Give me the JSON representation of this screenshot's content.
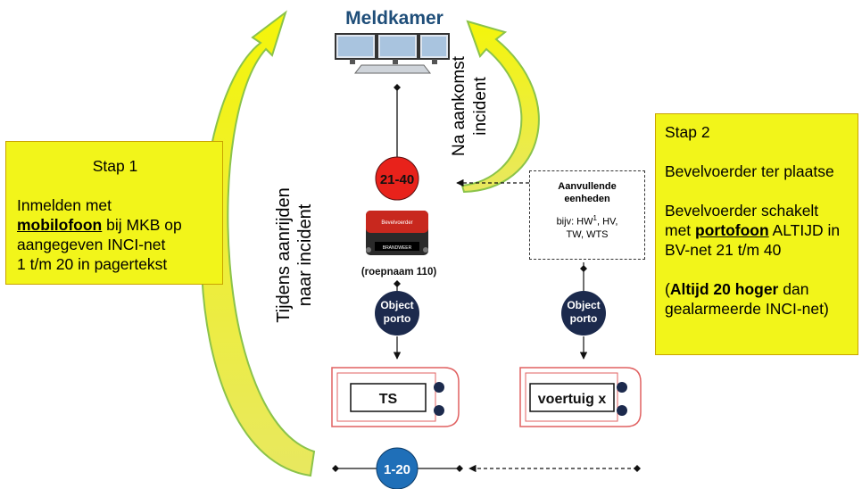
{
  "title": "Meldkamer",
  "nodes": {
    "bv_net": "21-40",
    "radio_caption": "(roepnaam 110)",
    "object_porto_1": [
      "Object",
      "porto"
    ],
    "object_porto_2": [
      "Object",
      "porto"
    ],
    "inci_net": "1-20",
    "vehicle_ts": "TS",
    "vehicle_x": "voertuig x",
    "radio_brand_top": "Bevelvoerder",
    "radio_brand_bottom": "BRANDWEER"
  },
  "arrows": {
    "left_label_line1": "Tijdens aanrijden",
    "left_label_line2": "naar incident",
    "right_label_line1": "Na aankomst",
    "right_label_line2": "incident"
  },
  "extra_units": {
    "title_line1": "Aanvullende",
    "title_line2": "eenheden",
    "examples_prefix": "bijv: HW",
    "examples_sup": "1",
    "examples_rest1": ", HV,",
    "examples_line2": "TW, WTS"
  },
  "step1": {
    "title": "Stap 1",
    "line1": "Inmelden met",
    "line2_bold": "mobilofoon",
    "line2_rest": " bij MKB op",
    "line3": "aangegeven INCI-net",
    "line4": "1 t/m 20 in pagertekst"
  },
  "step2": {
    "title": "Stap 2",
    "line1": "Bevelvoerder ter plaatse",
    "line2": "Bevelvoerder schakelt",
    "line3_pre": "met ",
    "line3_bold": "portofoon",
    "line3_rest": " ALTIJD  in",
    "line4": "BV-net 21 t/m 40",
    "line5_pre": "(",
    "line5_bold": "Altijd 20 hoger",
    "line5_rest": " dan",
    "line6": "gealarmeerde INCI-net)"
  },
  "colors": {
    "title_blue": "#1f4e79",
    "red_node": "#e8221b",
    "navy_node": "#1c2a4d",
    "blue_node": "#1f6fb8",
    "yellow": "#f2f51a",
    "arrow_green_edge": "#8bc34a",
    "vehicle_outline": "#e06060"
  }
}
